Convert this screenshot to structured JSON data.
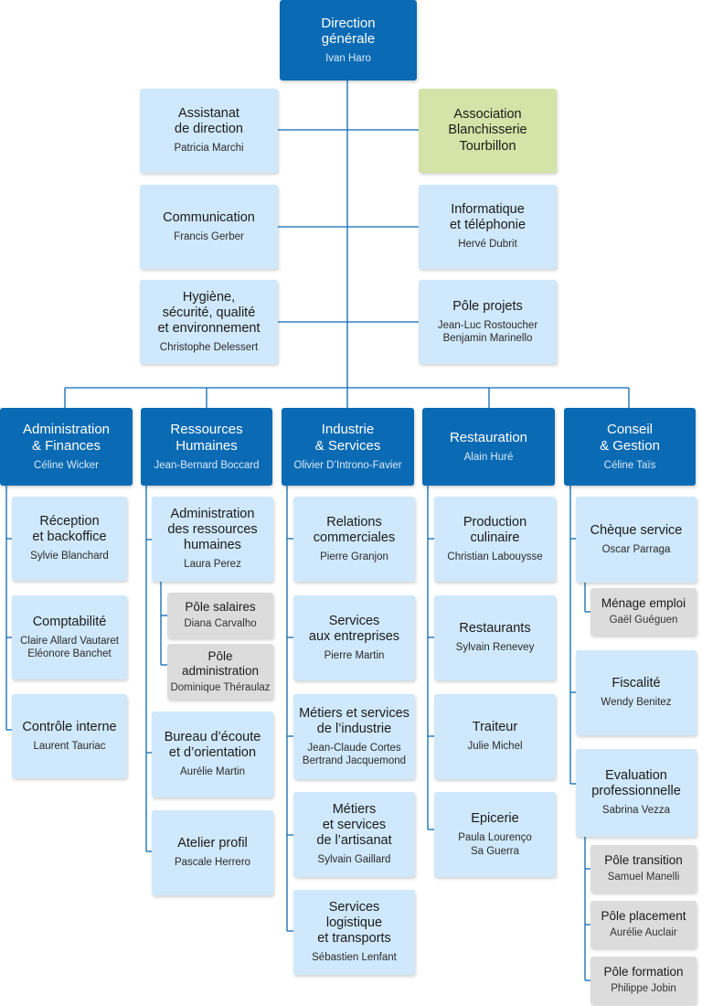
{
  "top": {
    "title": "Direction\ngénérale",
    "person": "Ivan Haro"
  },
  "staff": [
    {
      "title": "Assistanat\nde direction",
      "person": "Patricia Marchi"
    },
    {
      "title": "Association\nBlanchisserie\nTourbillon",
      "person": ""
    },
    {
      "title": "Communication",
      "person": "Francis Gerber"
    },
    {
      "title": "Informatique\net téléphonie",
      "person": "Hervé Dubrit"
    },
    {
      "title": "Hygiène,\nsécurité, qualité\net environnement",
      "person": "Christophe Delessert"
    },
    {
      "title": "Pôle projets",
      "person": "Jean-Luc Rostoucher\nBenjamin Marinello"
    }
  ],
  "departments": [
    {
      "title": "Administration\n& Finances",
      "person": "Céline Wicker",
      "units": [
        {
          "title": "Réception\net backoffice",
          "person": "Sylvie Blanchard"
        },
        {
          "title": "Comptabilité",
          "person": "Claire Allard Vautaret\nEléonore Banchet"
        },
        {
          "title": "Contrôle interne",
          "person": "Laurent Tauriac"
        }
      ]
    },
    {
      "title": "Ressources\nHumaines",
      "person": "Jean-Bernard Boccard",
      "units": [
        {
          "title": "Administration\ndes ressources\nhumaines",
          "person": "Laura Perez",
          "sub": [
            {
              "title": "Pôle salaires",
              "person": "Diana Carvalho"
            },
            {
              "title": "Pôle\nadministration",
              "person": "Dominique Théraulaz"
            }
          ]
        },
        {
          "title": "Bureau d’écoute\net d’orientation",
          "person": "Aurélie Martin"
        },
        {
          "title": "Atelier profil",
          "person": "Pascale Herrero"
        }
      ]
    },
    {
      "title": "Industrie\n& Services",
      "person": "Olivier D’Introno-Favier",
      "units": [
        {
          "title": "Relations\ncommerciales",
          "person": "Pierre Granjon"
        },
        {
          "title": "Services\naux entreprises",
          "person": "Pierre Martin"
        },
        {
          "title": "Métiers et services\nde l’industrie",
          "person": "Jean-Claude Cortes\nBertrand Jacquemond"
        },
        {
          "title": "Métiers\net services\nde l’artisanat",
          "person": "Sylvain Gaillard"
        },
        {
          "title": "Services\nlogistique\net transports",
          "person": "Sébastien Lenfant"
        }
      ]
    },
    {
      "title": "Restauration",
      "person": "Alain Huré",
      "units": [
        {
          "title": "Production\nculinaire",
          "person": "Christian Labouysse"
        },
        {
          "title": "Restaurants",
          "person": "Sylvain Renevey"
        },
        {
          "title": "Traiteur",
          "person": "Julie Michel"
        },
        {
          "title": "Epicerie",
          "person": "Paula Lourenço\nSa Guerra"
        }
      ]
    },
    {
      "title": "Conseil\n& Gestion",
      "person": "Céline Taïs",
      "units": [
        {
          "title": "Chèque service",
          "person": "Oscar Parraga",
          "sub": [
            {
              "title": "Ménage emploi",
              "person": "Gaël Guéguen"
            }
          ]
        },
        {
          "title": "Fiscalité",
          "person": "Wendy Benitez"
        },
        {
          "title": "Evaluation\nprofessionnelle",
          "person": "Sabrina Vezza",
          "sub": [
            {
              "title": "Pôle transition",
              "person": "Samuel Manelli"
            },
            {
              "title": "Pôle placement",
              "person": "Aurélie Auclair"
            },
            {
              "title": "Pôle formation",
              "person": "Philippe Jobin"
            }
          ]
        }
      ]
    }
  ],
  "colors": {
    "dark": "#0a6ab4",
    "light": "#cfe8fb",
    "green": "#d4e3a7",
    "gray": "#dcdcdc",
    "line": "#0a6ab4"
  }
}
